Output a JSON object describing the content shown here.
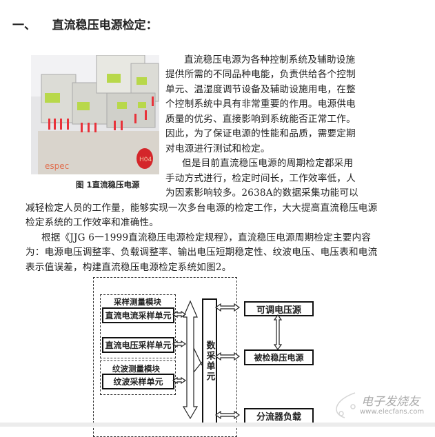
{
  "heading": "一、    直流稳压电源检定：",
  "figure1": {
    "caption": "图 1直流稳压电源",
    "brand_text": "espec",
    "label_text": "H04"
  },
  "paragraphs": {
    "p1_lines": [
      "直流稳压电源为各种控制系统及辅助设施",
      "提供所需的不同品种电能，负责供给各个控制",
      "单元、温湿度调节设备及辅助设施用电，在整",
      "个控制系统中具有非常重要的作用。电源供电",
      "质量的优劣、直接影响到系统能否正常工作。",
      "因此，为了保证电源的性能和品质，需要定期",
      "对电源进行测试和检定。"
    ],
    "p2_lines": [
      "但是目前直流稳压电源的周期检定都采用",
      "手动方式进行，检定时间长，工作效率低，人",
      "为因素影响较多。2638A的数据采集功能可以",
      "减轻检定人员的工作量，能够实现一次多台电源的检定工作，大大提高直流稳压电源",
      "检定系统的工作效率和准确性。"
    ],
    "p3_lines": [
      "根据《JJG 6一1999直流稳压电源检定规程》，直流稳压电源周期检定主要内容",
      "为：电源电压调整率、负载调整率、输出电压短期稳定性、纹波电压、电压表和电流",
      "表示值误差，构建直流稳压电源检定系统如图2。"
    ]
  },
  "diagram": {
    "sampling_module": "采样测量模块",
    "dc_current_unit": "直流电流采样单元",
    "dc_voltage_unit": "直流电压采样单元",
    "ripple_module": "纹波测量模块",
    "ripple_unit": "纹波采样单元",
    "daq_unit": "数采单元",
    "adjustable_source": "可调电压源",
    "dut_supply": "被检稳压电源",
    "shunt_load": "分流器负载"
  },
  "watermark": {
    "name": "电子发烧友",
    "url": "www.elecfans.com"
  }
}
